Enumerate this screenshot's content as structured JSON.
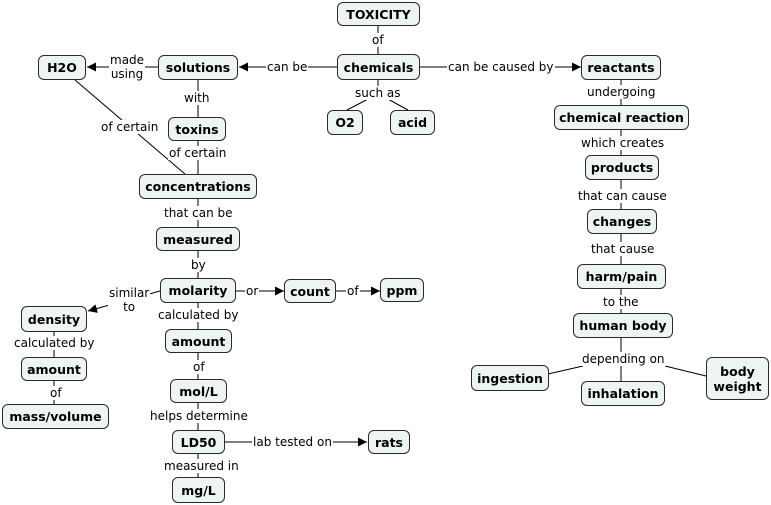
{
  "nodes": {
    "toxicity": "TOXICITY",
    "chemicals": "chemicals",
    "solutions": "solutions",
    "h2o": "H2O",
    "reactants": "reactants",
    "o2": "O2",
    "acid": "acid",
    "toxins": "toxins",
    "concentrations": "concentrations",
    "measured": "measured",
    "molarity": "molarity",
    "count": "count",
    "ppm": "ppm",
    "density": "density",
    "amount_left": "amount",
    "mass_volume": "mass/volume",
    "amount_mid": "amount",
    "mol_l": "mol/L",
    "ld50": "LD50",
    "rats": "rats",
    "mg_l": "mg/L",
    "chemical_reaction": "chemical reaction",
    "products": "products",
    "changes": "changes",
    "harm_pain": "harm/pain",
    "human_body": "human body",
    "ingestion": "ingestion",
    "inhalation": "inhalation",
    "body_weight": "body\nweight"
  },
  "links": {
    "of_top": "of",
    "can_be": "can be",
    "made_using": "made\nusing",
    "can_be_caused_by": "can be caused by",
    "such_as": "such as",
    "with": "with",
    "of_certain_left": "of certain",
    "of_certain_mid": "of certain",
    "that_can_be": "that can be",
    "by": "by",
    "or": "or",
    "of_ppm": "of",
    "similar_to": "similar\nto",
    "calculated_by_left": "calculated by",
    "of_mass": "of",
    "calculated_by_mid": "calculated by",
    "of_mol": "of",
    "helps_determine": "helps determine",
    "lab_tested_on": "lab tested on",
    "measured_in": "measured in",
    "undergoing": "undergoing",
    "which_creates": "which creates",
    "that_can_cause": "that can cause",
    "that_cause": "that cause",
    "to_the": "to the",
    "depending_on": "depending on"
  },
  "colors": {
    "node_fill": "#eef3f3",
    "node_border": "#2a2a2a",
    "line": "#000000"
  }
}
